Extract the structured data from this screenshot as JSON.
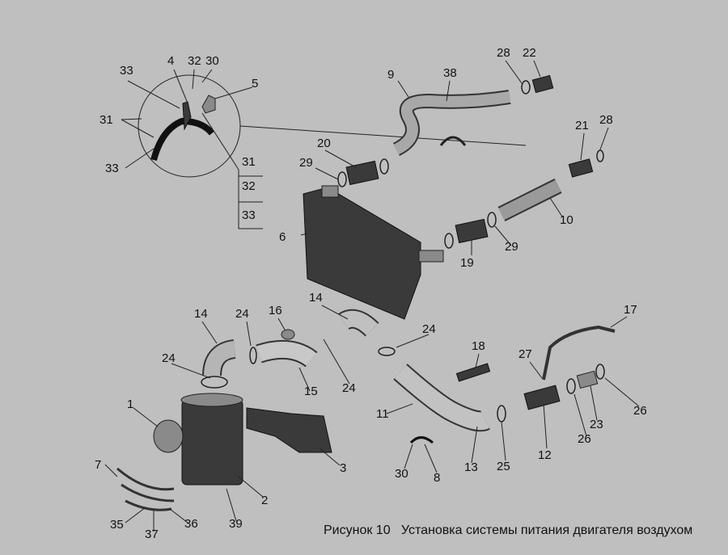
{
  "caption": "Рисунок 10   Установка системы питания двигателя воздухом",
  "labels": [
    "33",
    "4",
    "32",
    "30",
    "5",
    "31",
    "33",
    "31",
    "32",
    "33",
    "9",
    "38",
    "28",
    "22",
    "20",
    "29",
    "21",
    "28",
    "6",
    "10",
    "29",
    "19",
    "14",
    "14",
    "24",
    "16",
    "24",
    "18",
    "17",
    "27",
    "24",
    "15",
    "24",
    "11",
    "1",
    "26",
    "23",
    "26",
    "12",
    "25",
    "13",
    "30",
    "8",
    "3",
    "7",
    "2",
    "35",
    "37",
    "36",
    "39"
  ]
}
